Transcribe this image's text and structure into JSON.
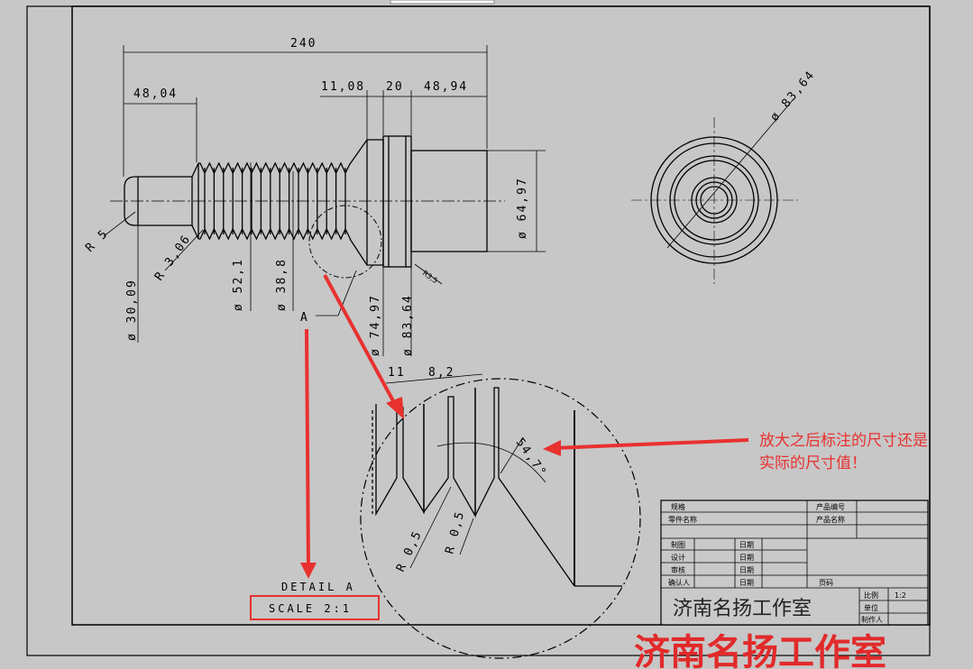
{
  "dimensions": {
    "overall_length": "240",
    "left_length": "48,04",
    "d1": "11,08",
    "d2": "20",
    "d3": "48,94",
    "diam_right": "ø 64,97",
    "diam_circle": "ø 83,64",
    "r5": "R 5",
    "r306": "R 3,06",
    "d3009": "ø 30,09",
    "d521": "ø 52,1",
    "d388": "ø 38,8",
    "d7497": "ø 74,97",
    "d8364": "ø 83,64",
    "r35": "R3,5",
    "detail_label": "A",
    "detail_11": "11",
    "detail_82": "8,2",
    "angle": "54,7°",
    "r05a": "R 0,5",
    "r05b": "R 0,5"
  },
  "detail": {
    "title": "DETAIL A",
    "scale": "SCALE 2:1"
  },
  "annotation": {
    "line1": "放大之后标注的尺寸还是",
    "line2": "实际的尺寸值！",
    "color": "#e8312f"
  },
  "title_block": {
    "r1c1": "规格",
    "r1c2": "产品编号",
    "r2c1": "零件名称",
    "r2c2": "产品名称",
    "zhitu": "制图",
    "sheji": "设计",
    "shenhe": "审核",
    "pizhun": "确认人",
    "riqi1": "日期",
    "riqi2": "日期",
    "riqi3": "日期",
    "riqi4": "日期",
    "yema": "页码",
    "studio": "济南名扬工作室",
    "bili": "比例",
    "bili_val": "1:2",
    "danwei": "单位",
    "zhizuoren": "制作人"
  },
  "watermark": "济南名扬工作室"
}
